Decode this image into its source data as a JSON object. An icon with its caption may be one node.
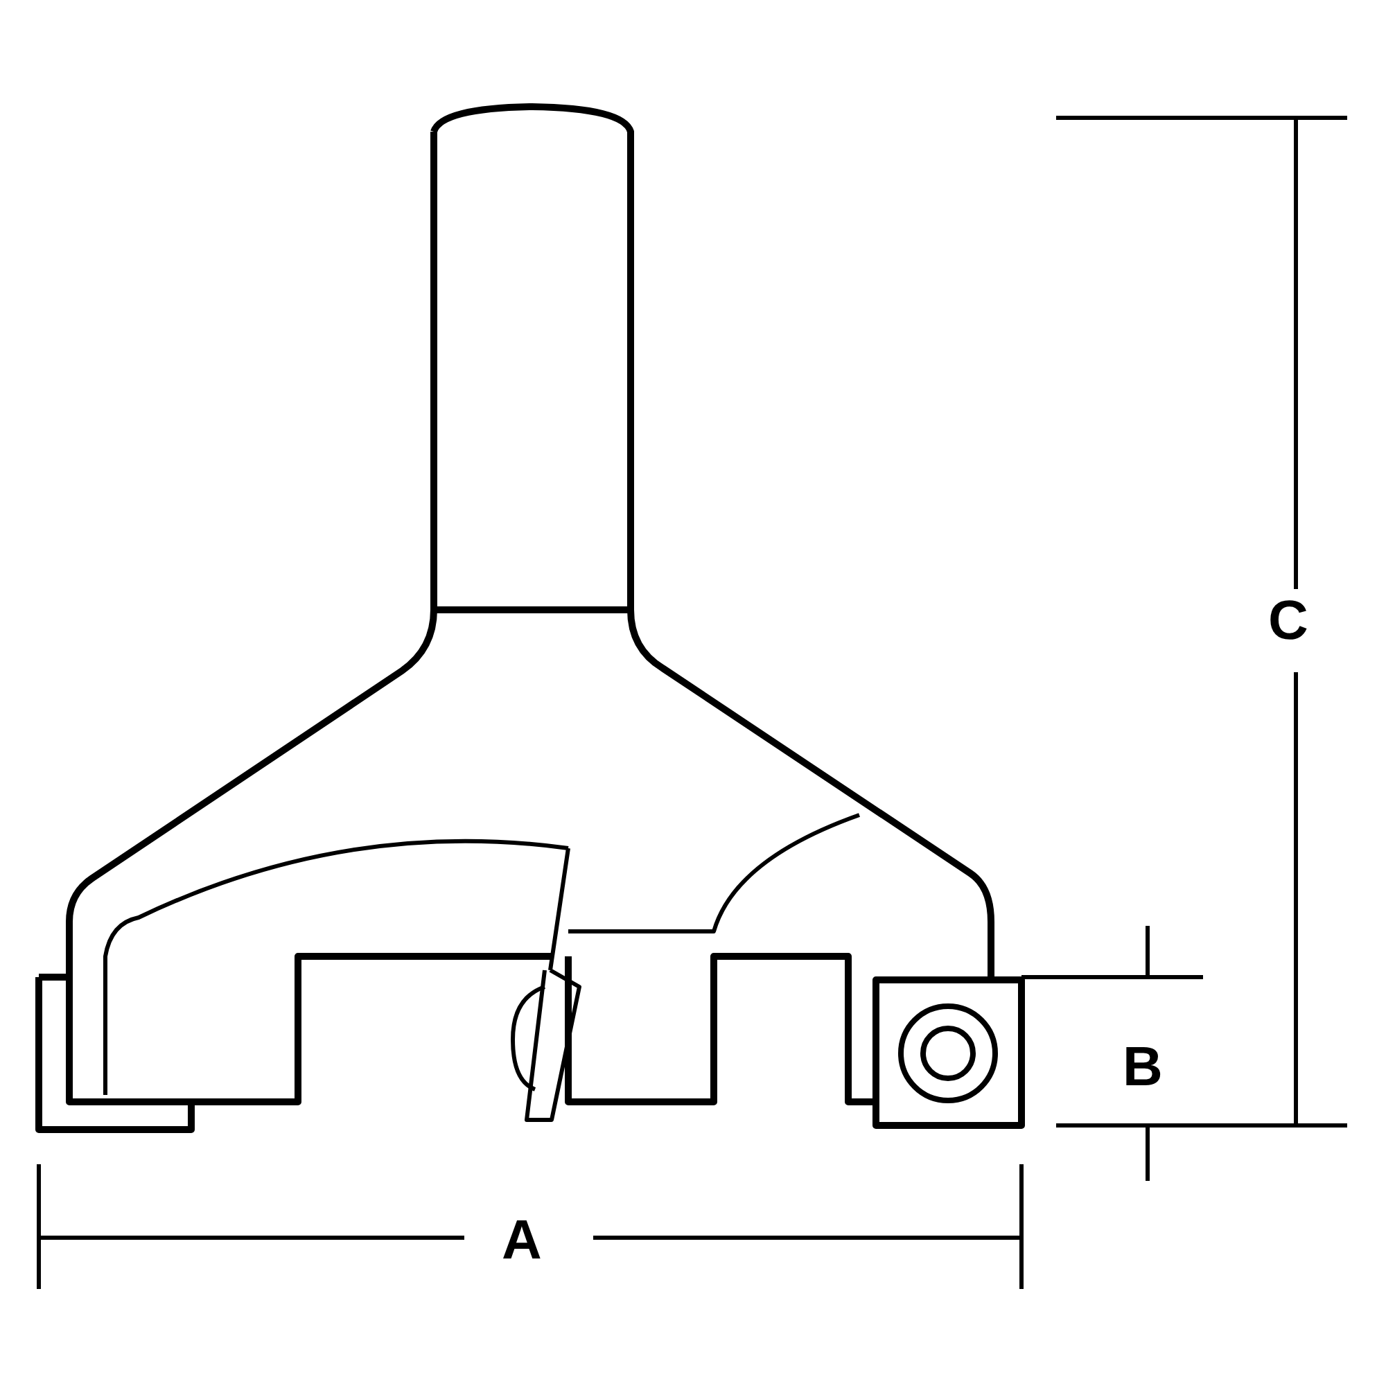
{
  "diagram": {
    "labels": [
      "C",
      "B",
      "A"
    ]
  }
}
